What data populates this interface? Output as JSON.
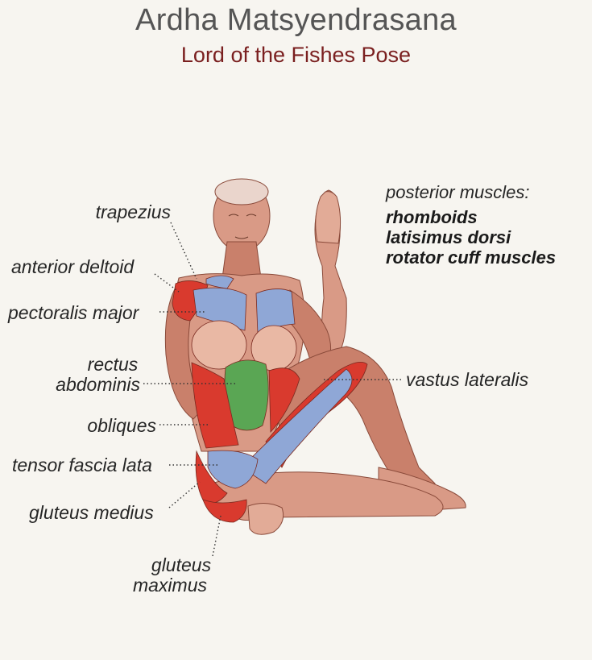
{
  "title": "Ardha Matsyendrasana",
  "subtitle": "Lord of the Fishes Pose",
  "labels": {
    "trapezius": "trapezius",
    "anterior_deltoid": "anterior deltoid",
    "pectoralis_major": "pectoralis major",
    "rectus_line1": "rectus",
    "rectus_line2": "abdominis",
    "obliques": "obliques",
    "tensor_fascia_lata": "tensor fascia lata",
    "gluteus_medius": "gluteus medius",
    "gluteus_max_line1": "gluteus",
    "gluteus_max_line2": "maximus",
    "vastus_lateralis": "vastus lateralis"
  },
  "posterior": {
    "heading": "posterior muscles:",
    "items": [
      "rhomboids",
      "latisimus dorsi",
      "rotator cuff muscles"
    ]
  },
  "colors": {
    "muscle_base": "#d99a86",
    "muscle_shade": "#b8614f",
    "highlight_red": "#d93a2e",
    "highlight_blue": "#8fa7d6",
    "abdominal_green": "#5aa654",
    "breast_tone": "#e9b8a4"
  }
}
